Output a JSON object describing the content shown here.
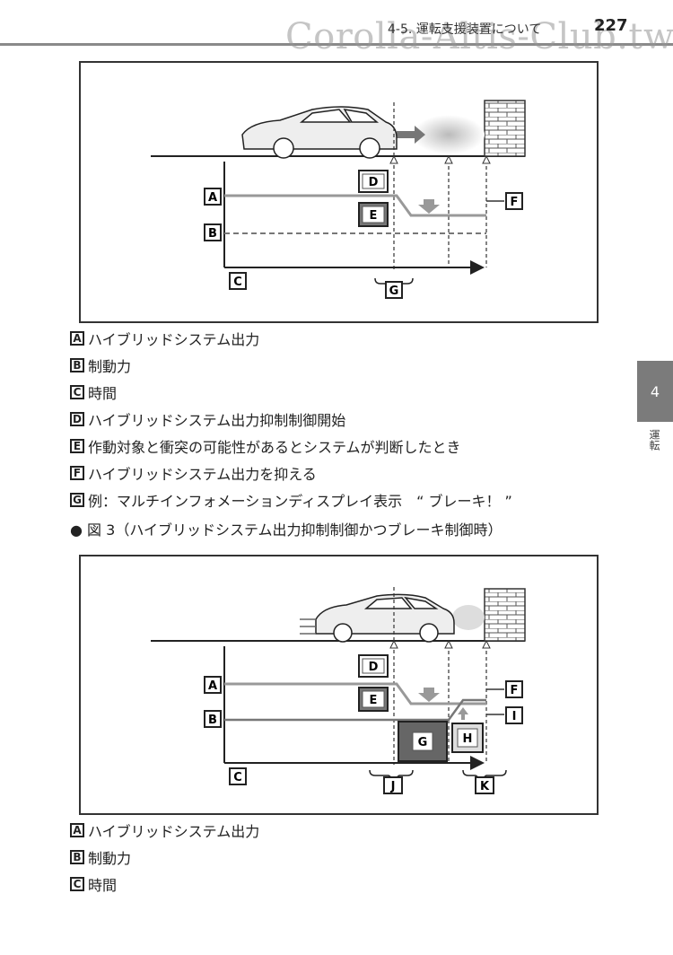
{
  "header": {
    "section": "4-5. 運転支援装置について",
    "page_number": "227",
    "watermark": "Corolla-Altis-Club.tw"
  },
  "side_tab": {
    "number": "4",
    "label": "運転"
  },
  "figure1": {
    "labels": {
      "a": "A",
      "b": "B",
      "c": "C",
      "d": "D",
      "e": "E",
      "f": "F",
      "g": "G"
    }
  },
  "legend1": [
    {
      "key": "A",
      "text": "ハイブリッドシステム出力"
    },
    {
      "key": "B",
      "text": "制動力"
    },
    {
      "key": "C",
      "text": "時間"
    },
    {
      "key": "D",
      "text": "ハイブリッドシステム出力抑制制御開始"
    },
    {
      "key": "E",
      "text": "作動対象と衝突の可能性があるとシステムが判断したとき"
    },
    {
      "key": "F",
      "text": "ハイブリッドシステム出力を抑える"
    },
    {
      "key": "G",
      "text": "例：マルチインフォメーションディスプレイ表示　“ ブレーキ！ ”"
    }
  ],
  "figure3_caption": "● 図 3（ハイブリッドシステム出力抑制制御かつブレーキ制御時）",
  "figure2": {
    "labels": {
      "a": "A",
      "b": "B",
      "c": "C",
      "d": "D",
      "e": "E",
      "f": "F",
      "g": "G",
      "h": "H",
      "i": "I",
      "j": "J",
      "k": "K"
    }
  },
  "legend2": [
    {
      "key": "A",
      "text": "ハイブリッドシステム出力"
    },
    {
      "key": "B",
      "text": "制動力"
    },
    {
      "key": "C",
      "text": "時間"
    }
  ]
}
